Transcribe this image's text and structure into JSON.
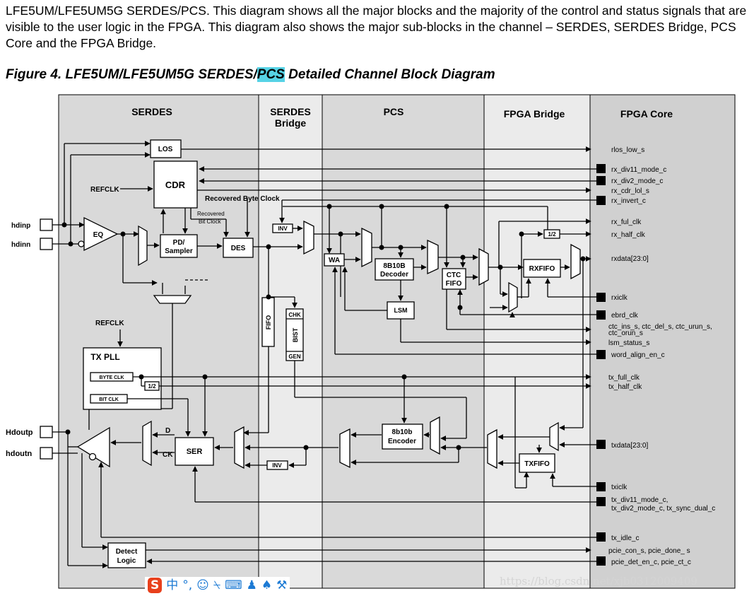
{
  "intro_text": "LFE5UM/LFE5UM5G SERDES/PCS. This diagram shows all the major blocks and the majority of the control and status signals that are visible to the user logic in the FPGA. This diagram also shows the major sub-blocks in the channel – SERDES, SERDES Bridge, PCS Core and the FPGA Bridge.",
  "figure_title_prefix": "Figure 4. LFE5UM/LFE5UM5G SERDES/",
  "figure_title_highlight": "PCS",
  "figure_title_suffix": " Detailed Channel Block Diagram",
  "highlight_color": "#57d3e6",
  "sections": {
    "serdes": "SERDES",
    "bridge_line1": "SERDES",
    "bridge_line2": "Bridge",
    "pcs": "PCS",
    "fpga_bridge": "FPGA Bridge",
    "fpga_core": "FPGA Core"
  },
  "blocks": {
    "los": "LOS",
    "cdr": "CDR",
    "eq": "EQ",
    "pd_line1": "PD/",
    "pd_line2": "Sampler",
    "des": "DES",
    "inv_rx": "INV",
    "inv_tx": "INV",
    "wa": "WA",
    "dec_line1": "8B10B",
    "dec_line2": "Decoder",
    "ctc_line1": "CTC",
    "ctc_line2": "FIFO",
    "rxfifo": "RXFIFO",
    "lsm": "LSM",
    "fifo": "FIFO",
    "chk": "CHK",
    "bist": "BIST",
    "gen": "GEN",
    "txpll": "TX PLL",
    "byteclk": "BYTE CLK",
    "bitclk": "BIT CLK",
    "half_tx": "1/2",
    "half_rx": "1/2",
    "ser": "SER",
    "enc_line1": "8b10b",
    "enc_line2": "Encoder",
    "txfifo": "TXFIFO",
    "detect_line1": "Detect",
    "detect_line2": "Logic"
  },
  "labels": {
    "refclk_top": "REFCLK",
    "refclk_pll": "REFCLK",
    "recovered_byte": "Recovered Byte Clock",
    "recovered_bit_line1": "Recovered",
    "recovered_bit_line2": "Bit Clock",
    "hdinp": "hdinp",
    "hdinn": "hdinn",
    "hdoutp": "Hdoutp",
    "hdoutn": "hdoutn",
    "d": "D",
    "ck": "CK"
  },
  "signals": [
    "rlos_low_s",
    "rx_div11_mode_c",
    "rx_div2_mode_c",
    "rx_cdr_lol_s",
    "rx_invert_c",
    "rx_ful_clk",
    "rx_half_clk",
    "rxdata[23:0]",
    "rxiclk",
    "ebrd_clk",
    "ctc_ins_s, ctc_del_s, ctc_urun_s,",
    "ctc_orun_s",
    "lsm_status_s",
    "word_align_en_c",
    "tx_full_clk",
    "tx_half_clk",
    "txdata[23:0]",
    "txiclk",
    "tx_div11_mode_c,",
    "tx_div2_mode_c, tx_sync_dual_c",
    "tx_idle_c",
    "pcie_con_s, pcie_done_ s",
    "pcie_det_en_c, pcie_ct_c"
  ],
  "ime_toolbar": {
    "logo": "S",
    "mode": "中",
    "punct": "°,",
    "emoji": "☺",
    "voice": "⍀",
    "keyboard": "⌨",
    "user": "♟",
    "skin": "♠",
    "tools": "⚒"
  },
  "watermark": "https://blog.csdn.net/xjb0312009409"
}
